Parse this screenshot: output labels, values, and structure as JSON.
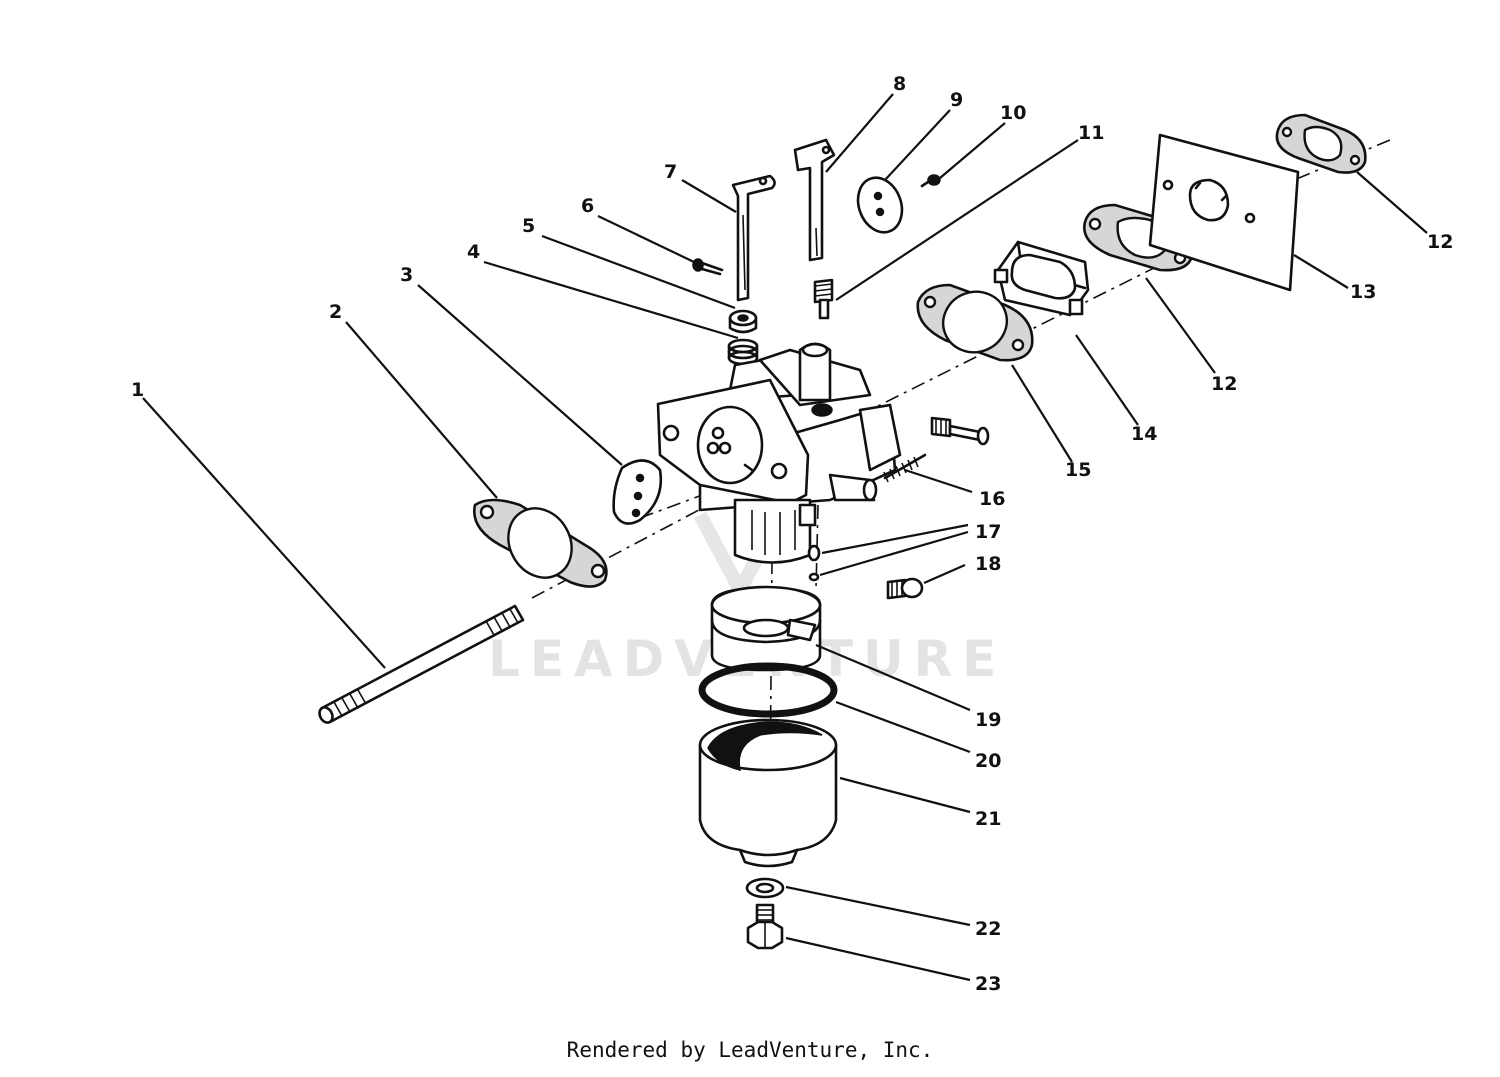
{
  "diagram": {
    "title": "",
    "watermark_text": "LEADVENTURE",
    "footer_text": "Rendered by LeadVenture, Inc.",
    "callouts": [
      {
        "id": "c1",
        "label": "1"
      },
      {
        "id": "c2",
        "label": "2"
      },
      {
        "id": "c3",
        "label": "3"
      },
      {
        "id": "c4",
        "label": "4"
      },
      {
        "id": "c5",
        "label": "5"
      },
      {
        "id": "c6",
        "label": "6"
      },
      {
        "id": "c7",
        "label": "7"
      },
      {
        "id": "c8",
        "label": "8"
      },
      {
        "id": "c9",
        "label": "9"
      },
      {
        "id": "c10",
        "label": "10"
      },
      {
        "id": "c11",
        "label": "11"
      },
      {
        "id": "c12a",
        "label": "12"
      },
      {
        "id": "c12b",
        "label": "12"
      },
      {
        "id": "c13",
        "label": "13"
      },
      {
        "id": "c14",
        "label": "14"
      },
      {
        "id": "c15",
        "label": "15"
      },
      {
        "id": "c16",
        "label": "16"
      },
      {
        "id": "c17",
        "label": "17"
      },
      {
        "id": "c18",
        "label": "18"
      },
      {
        "id": "c19",
        "label": "19"
      },
      {
        "id": "c20",
        "label": "20"
      },
      {
        "id": "c21",
        "label": "21"
      },
      {
        "id": "c22",
        "label": "22"
      },
      {
        "id": "c23",
        "label": "23"
      }
    ]
  }
}
